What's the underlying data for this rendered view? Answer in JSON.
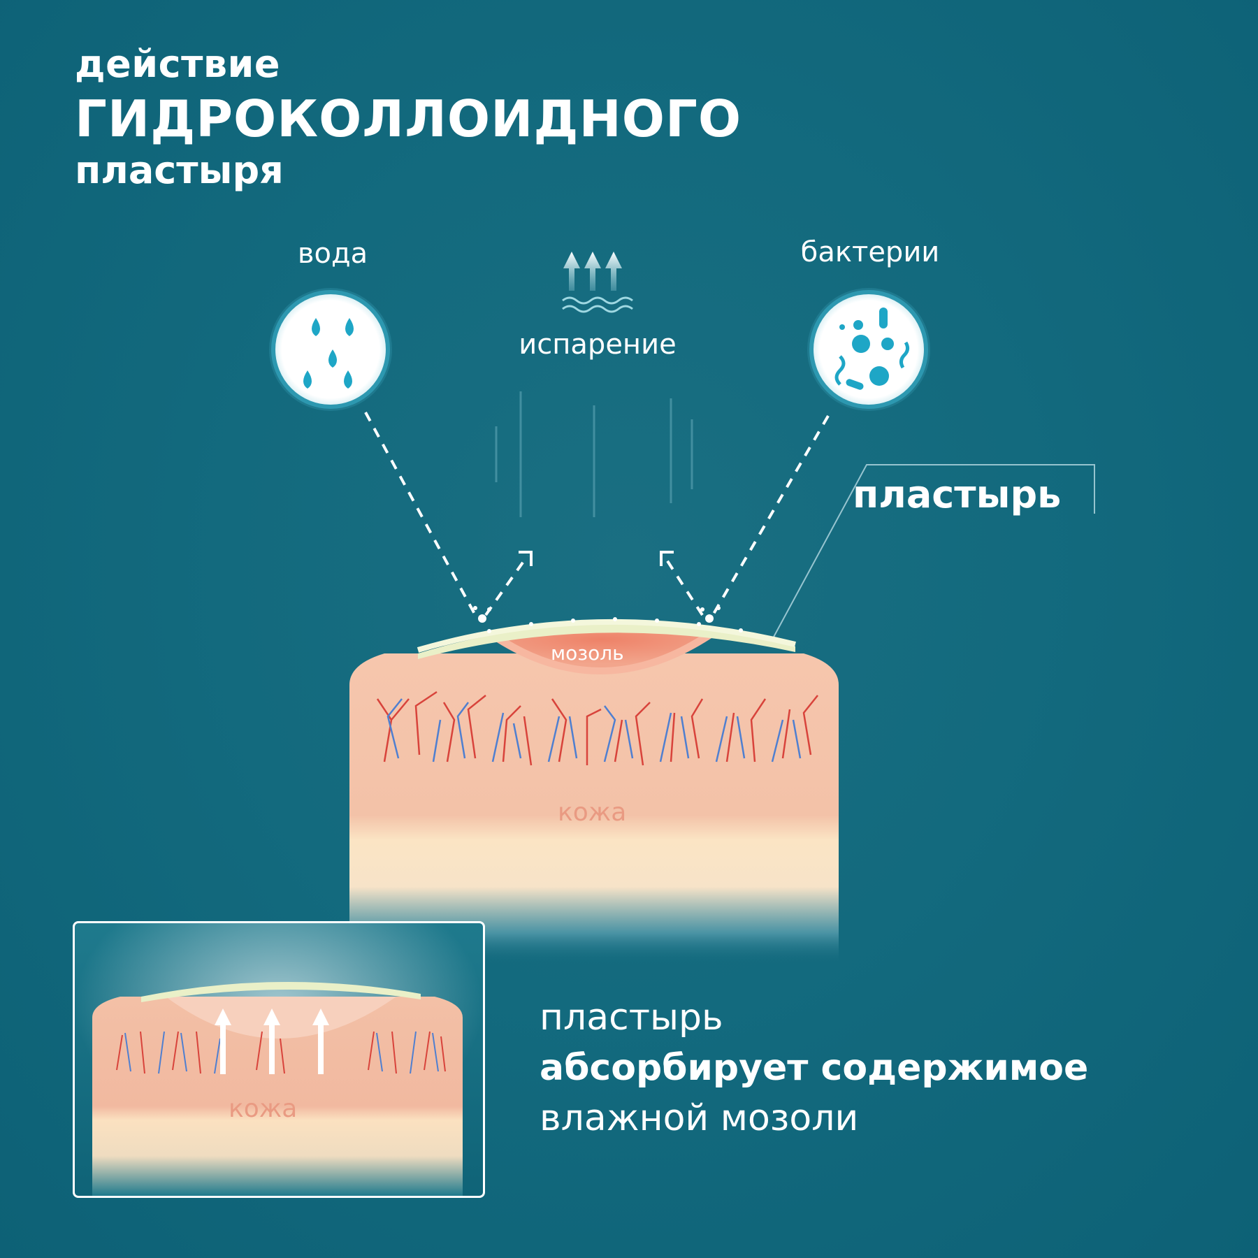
{
  "title": {
    "line1": "действие",
    "line2": "ГИДРОКОЛЛОИДНОГО",
    "line3": "пластыря"
  },
  "labels": {
    "water": "вода",
    "evaporation": "испарение",
    "bacteria": "бактерии",
    "patch": "пластырь",
    "callus": "мозоль",
    "skin": "кожа",
    "inset_skin": "кожа"
  },
  "bottom_caption": {
    "line1": "пластырь",
    "line2": "абсорбирует содержимое",
    "line3": "влажной мозоли"
  },
  "colors": {
    "background": "#136a7e",
    "skin": "#f4c7b0",
    "skin_base": "#fbe3c2",
    "callus": "#f08a72",
    "patch_layer": "#eaf0c8",
    "vein_red": "#d8433b",
    "vein_blue": "#4f7fd0",
    "icon_water": "#1ea6c6"
  },
  "icons": [
    "water-drops-icon",
    "bacteria-icon",
    "evaporation-arrows-icon"
  ]
}
